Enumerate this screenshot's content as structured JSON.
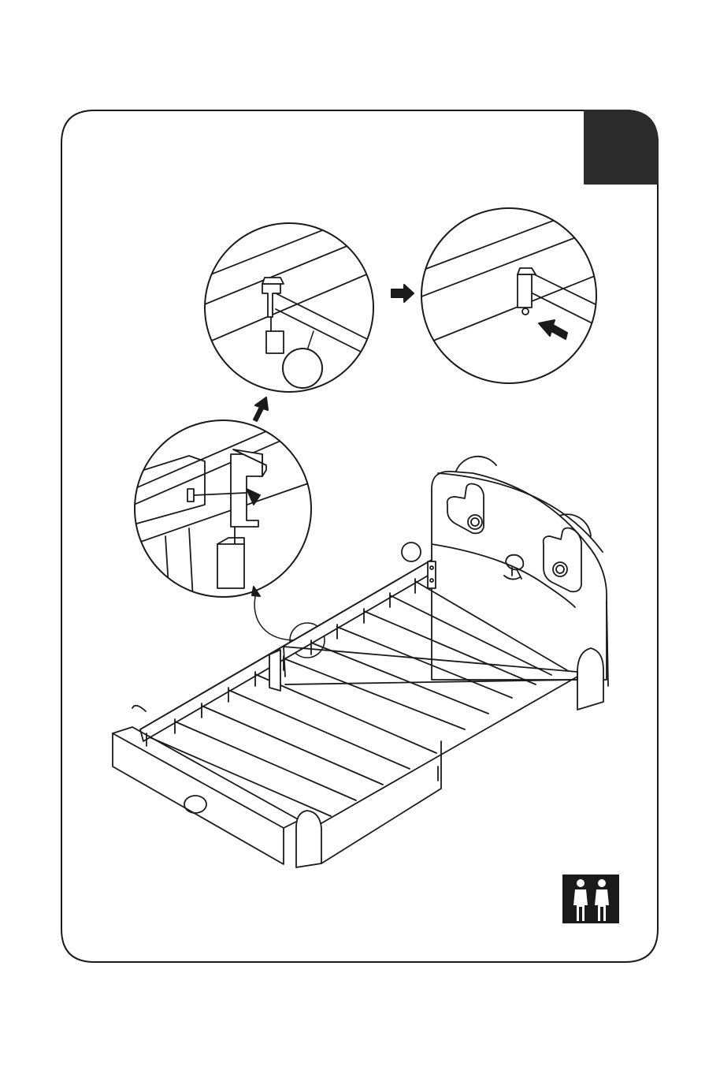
{
  "page": {
    "step_badge": {
      "label": ""
    },
    "people_icon": {
      "name": "two-person-assembly-icon",
      "count": 2
    },
    "detail_views": [
      {
        "name": "hook-engage-detail"
      },
      {
        "name": "slat-hanger-detail"
      },
      {
        "name": "slat-locked-detail"
      }
    ],
    "part_callout": {
      "label": ""
    },
    "colors": {
      "ink": "#1a1a1a",
      "badge": "#2b2b2b",
      "paper": "#ffffff"
    }
  }
}
